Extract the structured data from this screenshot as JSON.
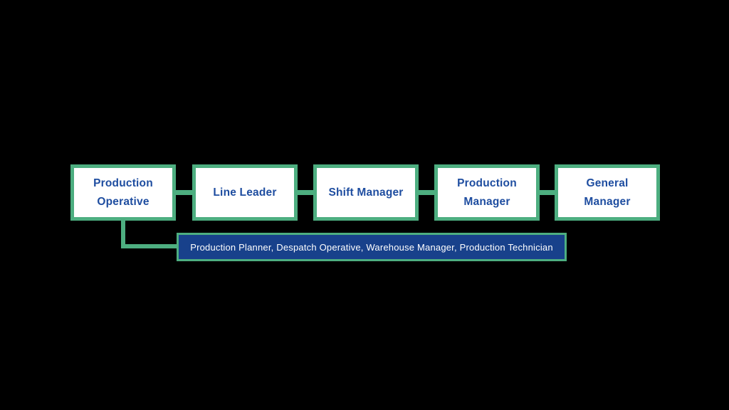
{
  "diagram": {
    "kind": "career-progression-org-chart",
    "nodes": [
      {
        "label": "Production\nOperative"
      },
      {
        "label": "Line Leader"
      },
      {
        "label": "Shift Manager"
      },
      {
        "label": "Production\nManager"
      },
      {
        "label": "General\nManager"
      }
    ],
    "related_roles_label": "Production Planner, Despatch Operative, Warehouse Manager, Production Technician",
    "colors": {
      "background": "#000000",
      "node_fill": "#FFFFFF",
      "node_border": "#4DAE80",
      "node_text": "#1E4DA0",
      "connector": "#4DAE80",
      "roles_bar_fill": "#18418B",
      "roles_bar_border": "#4DAE80",
      "roles_bar_text": "#FFFFFF"
    }
  }
}
